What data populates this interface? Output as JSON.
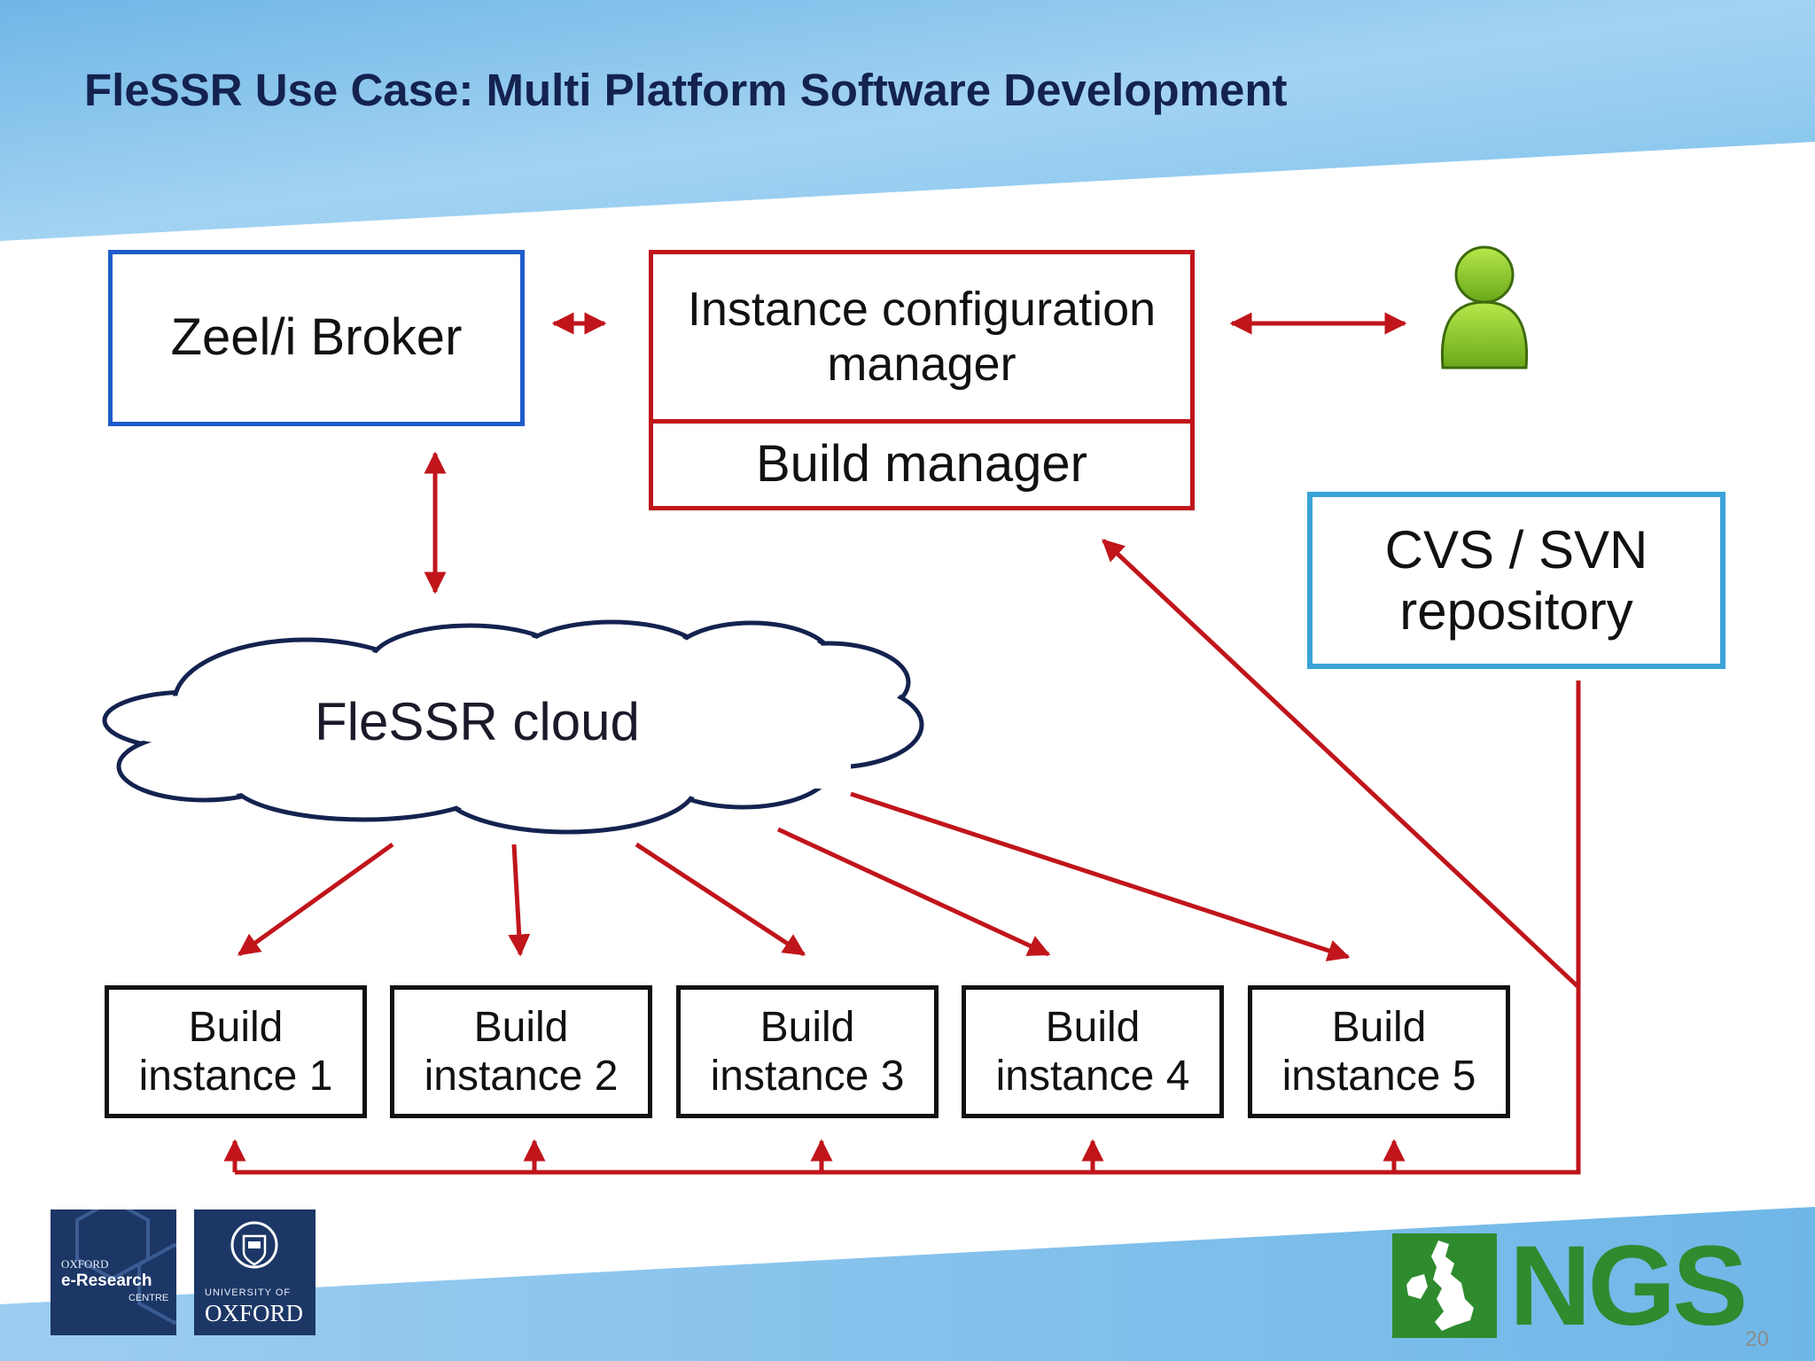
{
  "title": "FleSSR Use Case: Multi Platform Software Development",
  "broker": {
    "label": "Zeel/i Broker"
  },
  "config_manager": {
    "label_line1": "Instance configuration",
    "label_line2": "manager"
  },
  "build_manager": {
    "label": "Build manager"
  },
  "repository": {
    "label_line1": "CVS / SVN",
    "label_line2": "repository"
  },
  "cloud": {
    "label": "FleSSR cloud"
  },
  "build_instances": [
    {
      "line1": "Build",
      "line2": "instance 1"
    },
    {
      "line1": "Build",
      "line2": "instance 2"
    },
    {
      "line1": "Build",
      "line2": "instance 3"
    },
    {
      "line1": "Build",
      "line2": "instance 4"
    },
    {
      "line1": "Build",
      "line2": "instance 5"
    }
  ],
  "logos": {
    "oerc_line1": "OXFORD",
    "oerc_line2": "e-Research",
    "oerc_line3": "CENTRE",
    "oxford_line1": "UNIVERSITY OF",
    "oxford_line2": "OXFORD",
    "ngs": "NGS"
  },
  "page_number": "20",
  "icons": {
    "user": "user-icon"
  },
  "colors": {
    "title": "#14224f",
    "arrow": "#c0151b",
    "broker_border": "#1e5cc9",
    "repo_border": "#3aa3d8",
    "ngs_green": "#2e8b2e"
  }
}
